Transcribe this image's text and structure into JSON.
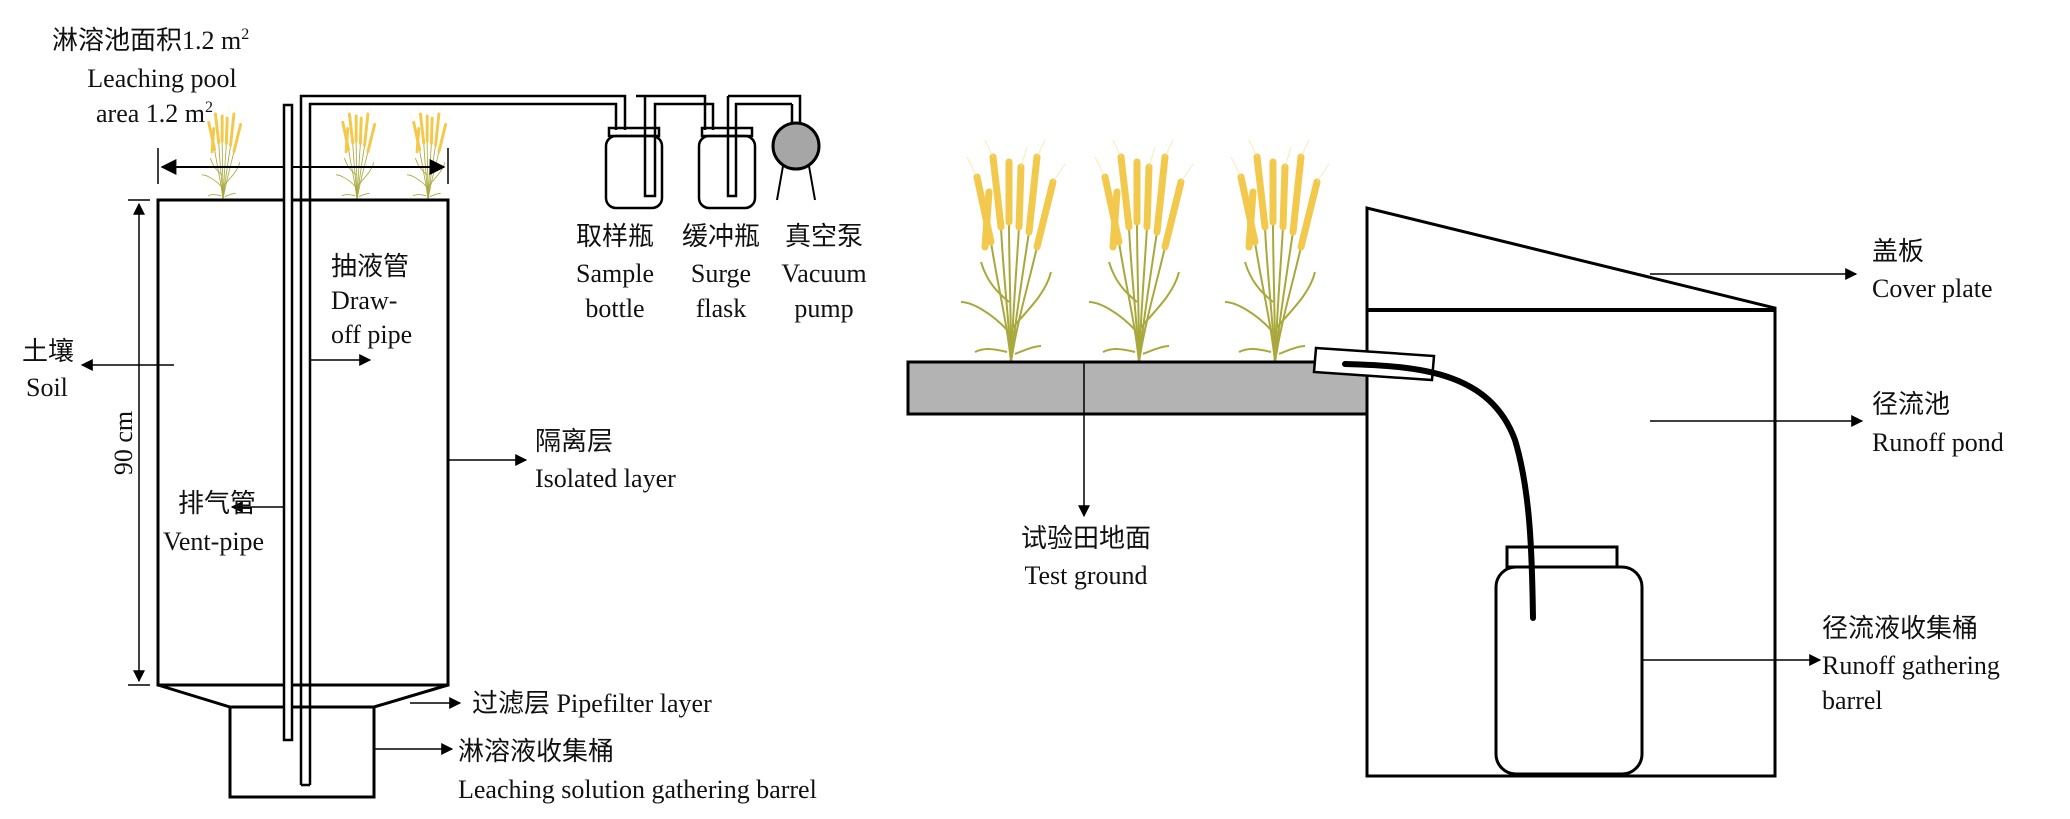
{
  "figure": {
    "left_panel": {
      "title": "Leaching pool apparatus",
      "area_label": {
        "cn": "淋溶池面积1.2 m",
        "cn_sup": "2",
        "en1": "Leaching pool",
        "en2": "area 1.2 m",
        "en2_sup": "2"
      },
      "depth_label": "90 cm",
      "soil": {
        "cn": "土壤",
        "en": "Soil"
      },
      "draw_off_pipe": {
        "cn": "抽液管",
        "en1": "Draw-",
        "en2": "off pipe"
      },
      "vent_pipe": {
        "cn": "排气管",
        "en": "Vent-pipe"
      },
      "isolated_layer": {
        "cn": "隔离层",
        "en": "Isolated layer"
      },
      "filter_layer": {
        "cn": "过滤层",
        "en": "Pipefilter layer"
      },
      "leaching_barrel": {
        "cn": "淋溶液收集桶",
        "en": "Leaching solution gathering barrel"
      },
      "sample_bottle": {
        "cn": "取样瓶",
        "en1": "Sample",
        "en2": "bottle"
      },
      "surge_flask": {
        "cn": "缓冲瓶",
        "en1": "Surge",
        "en2": "flask"
      },
      "vacuum_pump": {
        "cn": "真空泵",
        "en1": "Vacuum",
        "en2": "pump"
      }
    },
    "right_panel": {
      "title": "Runoff pond apparatus",
      "cover_plate": {
        "cn": "盖板",
        "en": "Cover plate"
      },
      "runoff_pond": {
        "cn": "径流池",
        "en": "Runoff pond"
      },
      "test_ground": {
        "cn": "试验田地面",
        "en": "Test ground"
      },
      "runoff_barrel": {
        "cn": "径流液收集桶",
        "en1": "Runoff gathering",
        "en2": "barrel"
      }
    },
    "colors": {
      "line": "#000000",
      "ground_fill": "#b3b3b3",
      "pump_fill": "#a6a6a6",
      "wheat_ear": "#f2c94c",
      "wheat_stem": "#a8a83c"
    }
  }
}
